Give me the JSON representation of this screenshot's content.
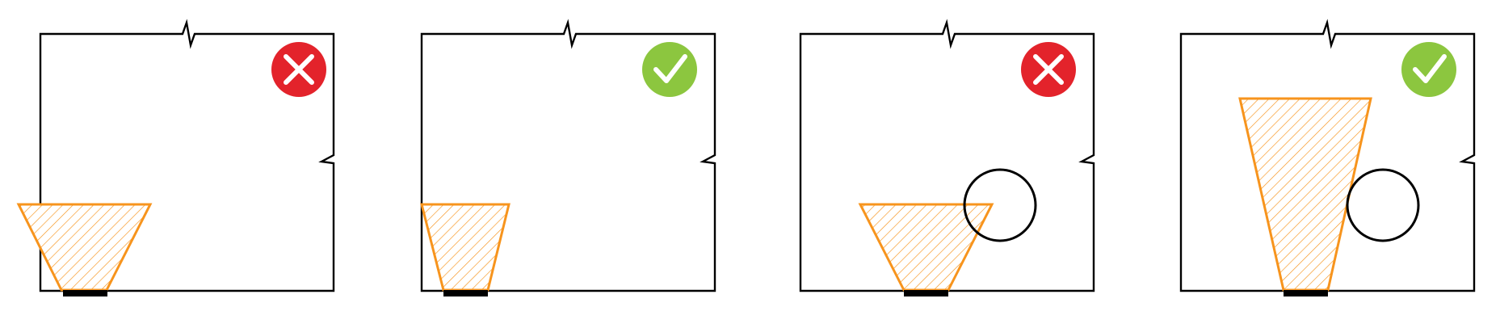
{
  "colors": {
    "background": "#ffffff",
    "wall": "#000000",
    "coverage_stroke": "#f7941d",
    "coverage_hatch": "#f7941d",
    "incorrect_badge": "#e3232b",
    "correct_badge": "#8cc63f",
    "badge_mark": "#ffffff",
    "sensor": "#000000"
  },
  "panels": [
    {
      "id": "panel-1",
      "verdict": "incorrect",
      "badge_icon": "cross-icon",
      "has_obstruction": false,
      "coverage_shape": "wide-trapezoid-extending-past-left-wall"
    },
    {
      "id": "panel-2",
      "verdict": "correct",
      "badge_icon": "checkmark-icon",
      "has_obstruction": false,
      "coverage_shape": "trapezoid-within-room"
    },
    {
      "id": "panel-3",
      "verdict": "incorrect",
      "badge_icon": "cross-icon",
      "has_obstruction": true,
      "coverage_shape": "trapezoid-overlapping-obstruction"
    },
    {
      "id": "panel-4",
      "verdict": "correct",
      "badge_icon": "checkmark-icon",
      "has_obstruction": true,
      "coverage_shape": "tall-trapezoid-clear-of-obstruction"
    }
  ]
}
